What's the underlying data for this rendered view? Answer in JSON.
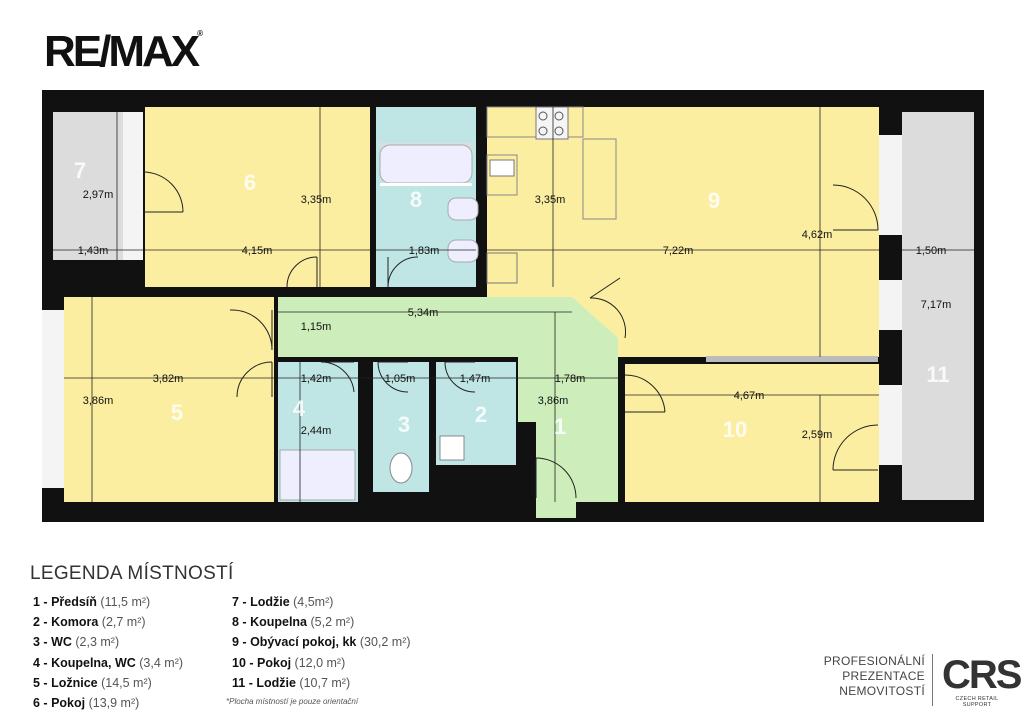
{
  "brand": {
    "logo_text": "RE/MAX",
    "registered_mark": "®"
  },
  "plan": {
    "rooms": [
      {
        "num": "1",
        "name": "Předsíň",
        "area": "(11,5 m²)"
      },
      {
        "num": "2",
        "name": "Komora",
        "area": "(2,7 m²)"
      },
      {
        "num": "3",
        "name": "WC",
        "area": "(2,3 m²)"
      },
      {
        "num": "4",
        "name": "Koupelna, WC",
        "area": "(3,4 m²)"
      },
      {
        "num": "5",
        "name": "Ložnice",
        "area": "(14,5 m²)"
      },
      {
        "num": "6",
        "name": "Pokoj",
        "area": "(13,9 m²)"
      },
      {
        "num": "7",
        "name": "Lodžie",
        "area": "(4,5m²)"
      },
      {
        "num": "8",
        "name": "Koupelna",
        "area": "(5,2 m²)"
      },
      {
        "num": "9",
        "name": "Obývací pokoj, kk",
        "area": "(30,2 m²)"
      },
      {
        "num": "10",
        "name": "Pokoj",
        "area": "(12,0 m²)"
      },
      {
        "num": "11",
        "name": "Lodžie",
        "area": "(10,7 m²)"
      }
    ],
    "dimensions": {
      "d_2_97": "2,97m",
      "d_1_43": "1,43m",
      "d_3_35a": "3,35m",
      "d_4_15": "4,15m",
      "d_1_83": "1,83m",
      "d_3_35b": "3,35m",
      "d_7_22": "7,22m",
      "d_4_62": "4,62m",
      "d_1_50": "1,50m",
      "d_7_17": "7,17m",
      "d_1_15": "1,15m",
      "d_5_34": "5,34m",
      "d_3_82": "3,82m",
      "d_3_86a": "3,86m",
      "d_1_42": "1,42m",
      "d_1_05": "1,05m",
      "d_1_47": "1,47m",
      "d_1_78": "1,78m",
      "d_3_86b": "3,86m",
      "d_2_44": "2,44m",
      "d_4_67": "4,67m",
      "d_2_59": "2,59m"
    }
  },
  "legend": {
    "title": "LEGENDA MÍSTNOSTÍ",
    "note": "*Plocha místností je pouze orientační"
  },
  "promo": {
    "line1": "PROFESIONÁLNÍ",
    "line2": "PREZENTACE",
    "line3": "NEMOVITOSTÍ",
    "crs_mark": "CRS",
    "crs_sub": "CZECH RETAIL SUPPORT"
  },
  "colors": {
    "yellow": "#fbeea0",
    "green": "#cdeebb",
    "blue": "#bfe6e4",
    "loggia": "#dcdcdc",
    "wall": "#111111"
  }
}
